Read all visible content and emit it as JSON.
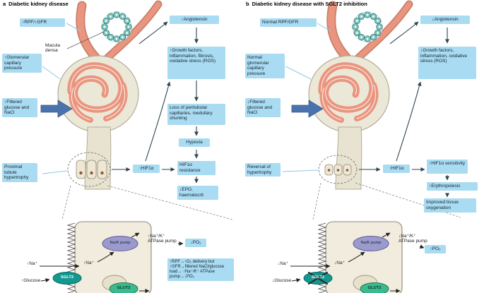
{
  "panel_a": {
    "id": "a",
    "title": "Diabetic kidney disease",
    "callouts": {
      "rpf_gfr": "↑RPF/↑GFR",
      "macula_densa": "Macula densa",
      "glomerular_pressure": "↑Glomerular capillary pressure",
      "filtered_glucose": "↑Filtered glucose and NaCl",
      "proximal_hypertrophy": "Proximal tubule hypertrophy"
    },
    "flow": {
      "angiotensin": "↑Angiotensin",
      "growth_factors": "↑Growth factors, inflammation, fibrosis, oxidative stress (ROS)",
      "peritubular_loss": "Loss of peritubular capillaries, medullary shunting",
      "hypoxia": "Hypoxia",
      "hif1a": "↑HIF1α",
      "hif1a_resistance": "HIF1α resistance",
      "epo": "↓EPO, haematocrit"
    },
    "cell_inset": {
      "na_outside": "↑Na⁺",
      "na_inside": "↑Na⁺",
      "glucose": "↑Glucose",
      "sglt2": "SGLT2",
      "glut2": "GLUT2",
      "nak_pump": "Na/K pump",
      "atpase": "↑Na⁺/K⁺ ATPase pump",
      "po2": "↓PO₂",
      "note": "↑RPF→↑O₂ delivery but ↑GFR→filtered NaCl/glucose load→ ↑Na⁺/K⁺ ATPase pump→↓PO₂"
    }
  },
  "panel_b": {
    "id": "b",
    "title": "Diabetic kidney disease with SGLT2 inhibition",
    "callouts": {
      "rpf_gfr": "Normal RPF/GFR",
      "glomerular_pressure": "Normal glomerular capillary pressure",
      "filtered_glucose": "↓Filtered glucose and NaCl",
      "proximal_hypertrophy": "Reversal of hypertrophy"
    },
    "flow": {
      "angiotensin": "↓Angiotensin",
      "growth_factors": "↓Growth factors, inflammation, oxidative stress (ROS)",
      "hif1a": "↑HIF1α",
      "hif1a_sensitivity": "↑HIF1α sensitivity",
      "erythropoiesis": "↑Erythropoiesis",
      "tissue_oxygenation": "Improved tissue oxygenation"
    },
    "cell_inset": {
      "na_outside": "↓Na⁺",
      "na_inside": "↓Na⁺",
      "glucose": "↓Glucose",
      "sglt2": "SGLT2",
      "glut2": "GLUT2",
      "nak_pump": "Na/K pump",
      "atpase": "↓Na⁺/K⁺ ATPase pump",
      "po2": "↑PO₂"
    }
  },
  "colors": {
    "box_blue": "#a9dbf2",
    "vessel_salmon": "#ea957f",
    "vessel_edge": "#c97f6a",
    "macula_teal": "#7cc7c1",
    "capsule_beige": "#ece8d8",
    "pump_purple": "#9b9acc",
    "sglt2_teal": "#12988f",
    "glut2_green": "#3cb98d",
    "big_arrow_blue": "#4a73ae",
    "flow_arrow": "#2b4652"
  }
}
